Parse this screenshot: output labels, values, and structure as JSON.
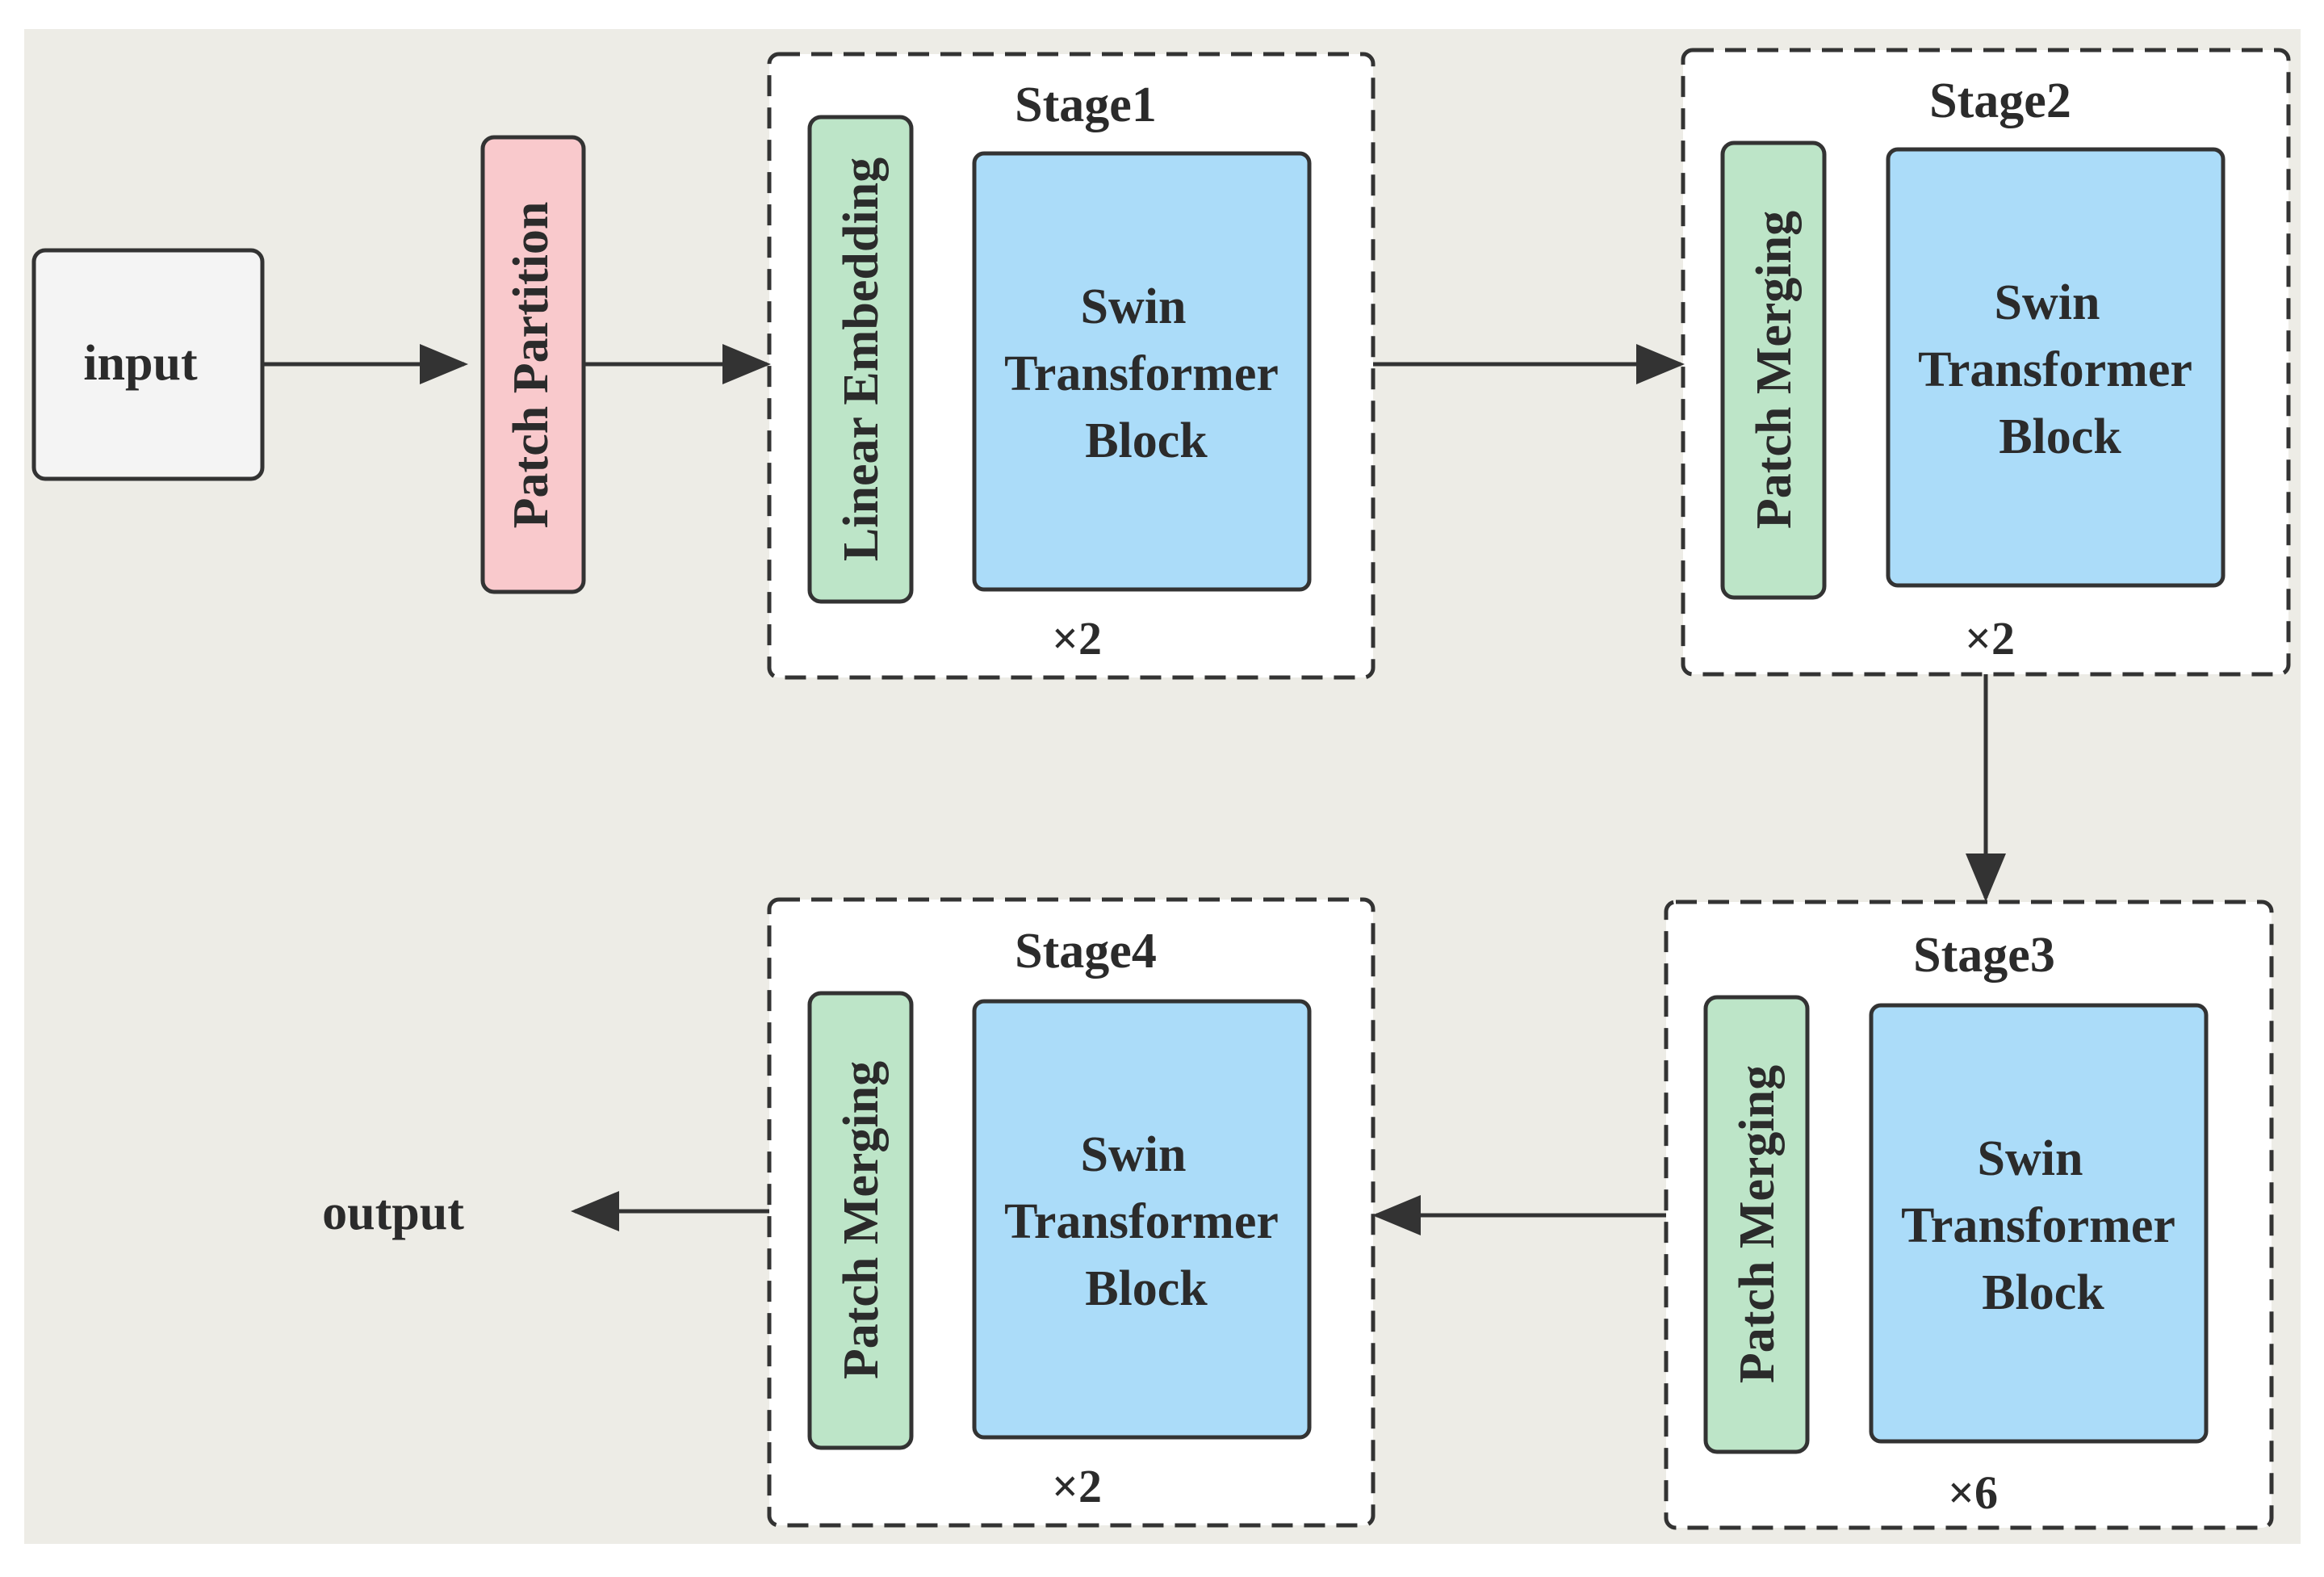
{
  "nodes": {
    "input": "input",
    "patch_partition": "Patch Partition",
    "output": "output"
  },
  "stages": [
    {
      "title": "Stage1",
      "side_label": "Linear Embedding",
      "block_lines": [
        "Swin",
        "Transformer",
        "Block"
      ],
      "repeat": "×2"
    },
    {
      "title": "Stage2",
      "side_label": "Patch Merging",
      "block_lines": [
        "Swin",
        "Transformer",
        "Block"
      ],
      "repeat": "×2"
    },
    {
      "title": "Stage3",
      "side_label": "Patch Merging",
      "block_lines": [
        "Swin",
        "Transformer",
        "Block"
      ],
      "repeat": "×6"
    },
    {
      "title": "Stage4",
      "side_label": "Patch Merging",
      "block_lines": [
        "Swin",
        "Transformer",
        "Block"
      ],
      "repeat": "×2"
    }
  ],
  "colors": {
    "background": "#edece6",
    "input_fill": "#f4f4f4",
    "patch_partition_fill": "#f9c9cc",
    "side_block_fill": "#bde5c8",
    "swin_block_fill": "#abdcf9",
    "stage_fill": "#ffffff",
    "stroke": "#333333"
  }
}
